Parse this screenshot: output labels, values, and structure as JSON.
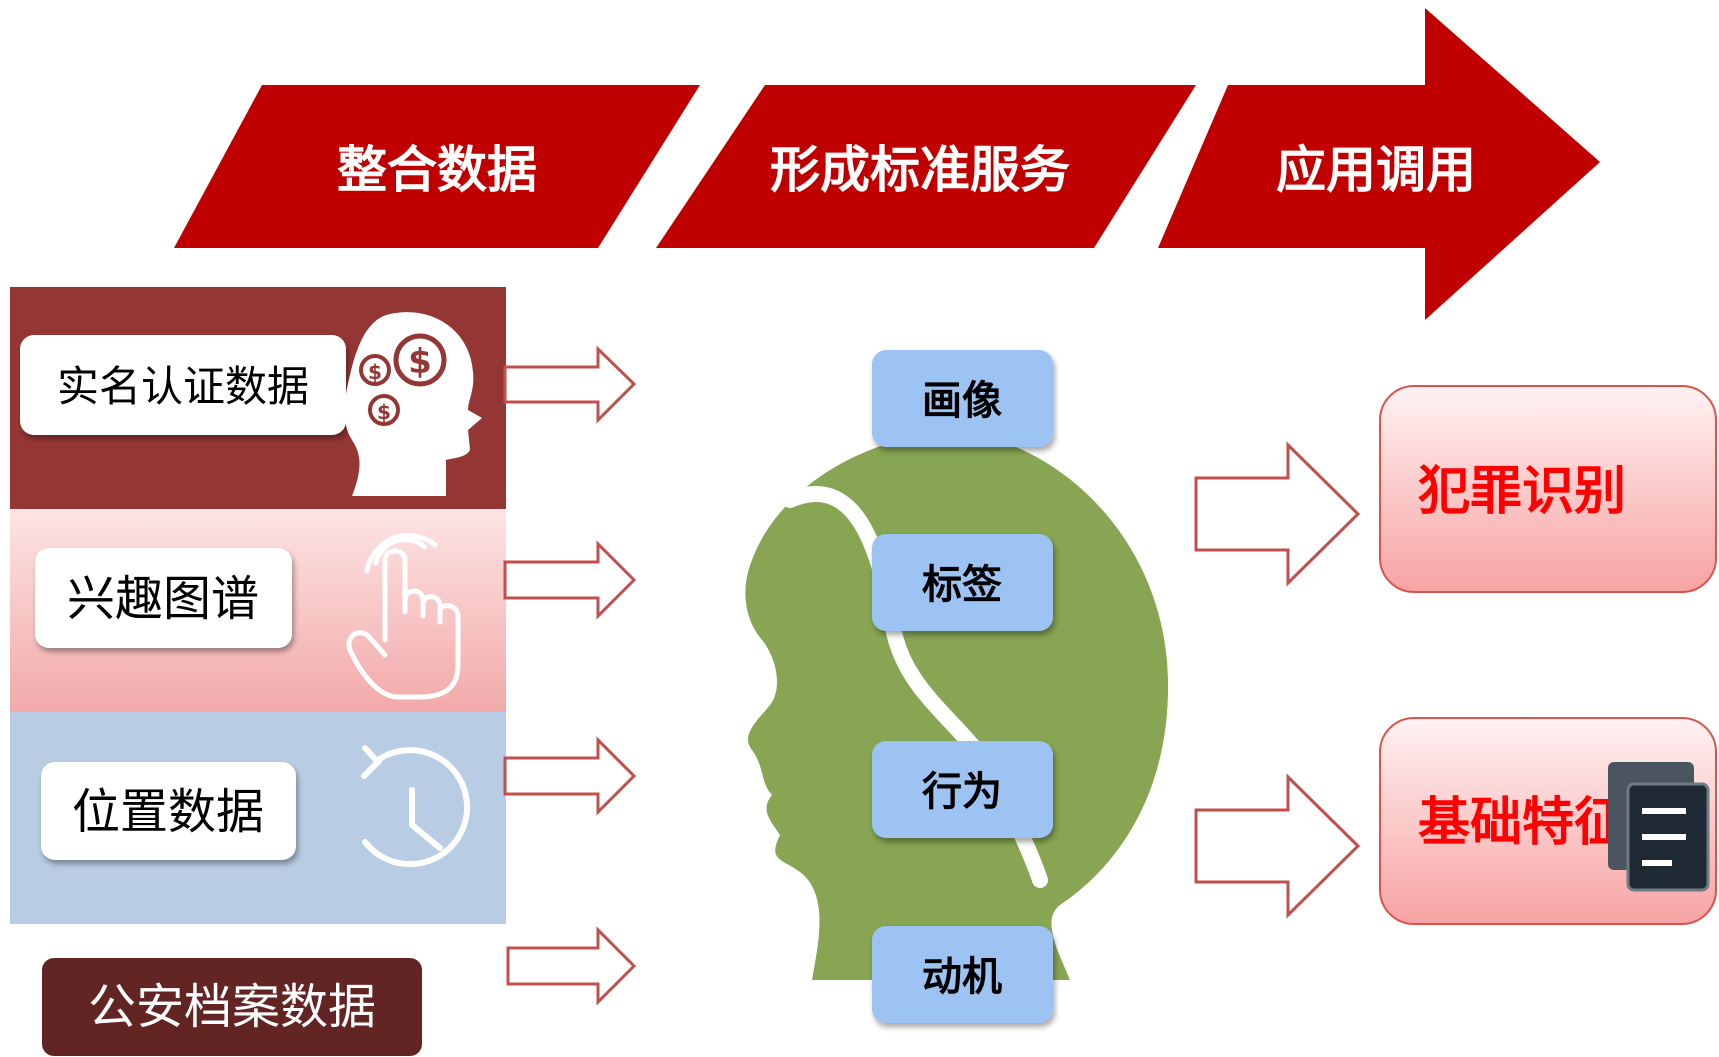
{
  "stages": [
    {
      "label": "整合数据"
    },
    {
      "label": "形成标准服务"
    },
    {
      "label": "应用调用"
    }
  ],
  "sources": [
    {
      "label": "实名认证数据",
      "icon": "head-dollar-icon"
    },
    {
      "label": "兴趣图谱",
      "icon": "tap-hand-icon"
    },
    {
      "label": "位置数据",
      "icon": "history-clock-icon"
    },
    {
      "label": "公安档案数据"
    }
  ],
  "profile": [
    {
      "label": "画像"
    },
    {
      "label": "标签"
    },
    {
      "label": "行为"
    },
    {
      "label": "动机"
    }
  ],
  "applications": [
    {
      "label": "犯罪识别"
    },
    {
      "label": "基础特征"
    }
  ],
  "colors": {
    "stage_red": "#c00000",
    "band_dark_red": "#943634",
    "band_pink": "#f5b8b8",
    "band_blue": "#b8cce4",
    "band_dark": "#632523",
    "head_green": "#87a553",
    "tag_blue": "#9dc3f2",
    "app_text_red": "#ff0000",
    "arrow_outline": "#c0504d"
  }
}
